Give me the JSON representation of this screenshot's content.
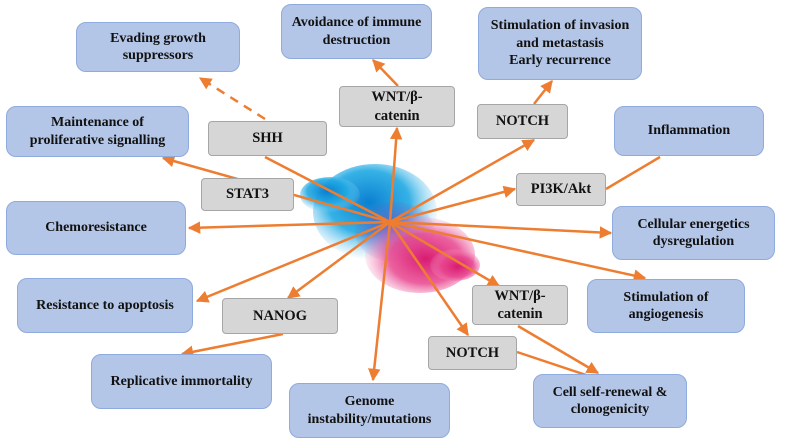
{
  "colors": {
    "arrow": "#ed7d31",
    "hallmark_fill": "#b4c6e7",
    "hallmark_border": "#8faadc",
    "pathway_fill": "#d6d6d6",
    "pathway_border": "#a6a6a6",
    "center_cyan": "#1fa9e3",
    "center_pink": "#e8468f"
  },
  "center_image": "ink-cloud-image",
  "hallmarks": {
    "avoidance": "Avoidance of immune\ndestruction",
    "evading": "Evading growth\nsuppressors",
    "invasion": "Stimulation of invasion\nand metastasis\nEarly recurrence",
    "maintenance": "Maintenance of\nproliferative signalling",
    "inflammation": "Inflammation",
    "chemoresistance": "Chemoresistance",
    "energetics": "Cellular energetics\ndysregulation",
    "apoptosis": "Resistance to apoptosis",
    "angiogenesis": "Stimulation of\nangiogenesis",
    "immortality": "Replicative immortality",
    "genome": "Genome\ninstability/mutations",
    "selfrenewal": "Cell self-renewal &\nclonogenicity"
  },
  "pathways": {
    "wnt_top": "WNT/β-\ncatenin",
    "notch_top": "NOTCH",
    "shh": "SHH",
    "stat3": "STAT3",
    "pi3k": "PI3K/Akt",
    "nanog": "NANOG",
    "wnt_bottom": "WNT/β-\ncatenin",
    "notch_bottom": "NOTCH"
  }
}
